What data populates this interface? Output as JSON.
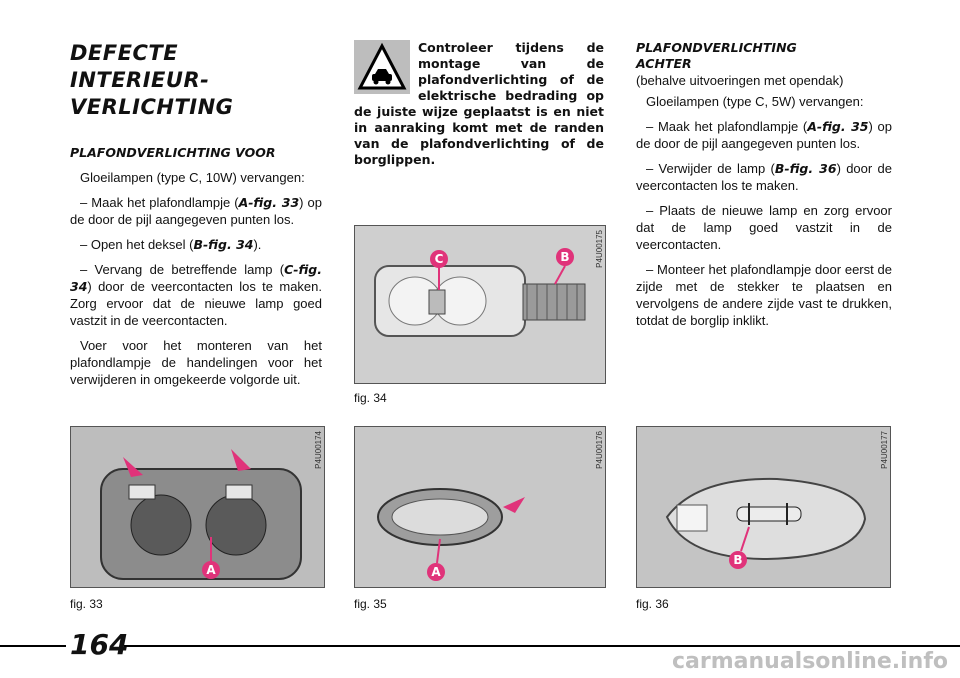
{
  "title_line1": "DEFECTE INTERIEUR-",
  "title_line2": "VERLICHTING",
  "front": {
    "heading": "PLAFONDVERLICHTING VOOR",
    "p1": "Gloeilampen (type C, 10W) vervangen:",
    "p2_pre": "– Maak het plafondlampje (",
    "p2_ref": "A-fig. 33",
    "p2_post": ") op de door de pijl aangegeven punten los.",
    "p3_pre": "– Open het deksel (",
    "p3_ref": "B-fig. 34",
    "p3_post": ").",
    "p4_pre": "– Vervang de betreffende lamp (",
    "p4_ref": "C-fig. 34",
    "p4_post": ") door de veercontacten los te maken. Zorg ervoor dat de nieuwe lamp goed vastzit in de veercontacten.",
    "p5": "Voer voor het monteren van het plafondlampje de handelingen voor het verwijderen in omgekeerde volgorde uit."
  },
  "warning": "Controleer tijdens de montage van de plafondverlichting of de elektrische bedrading op de juiste wijze geplaatst is en niet in aanraking komt met de randen van de plafondverlichting of de borglippen.",
  "rear": {
    "heading_line1": "PLAFONDVERLICHTING",
    "heading_line2": "ACHTER",
    "subheading": "(behalve uitvoeringen met opendak)",
    "p1": "Gloeilampen (type C, 5W) vervangen:",
    "p2_pre": "– Maak het plafondlampje (",
    "p2_ref": "A-fig. 35",
    "p2_post": ") op de door de pijl aangegeven punten los.",
    "p3_pre": "– Verwijder de lamp (",
    "p3_ref": "B-fig. 36",
    "p3_post": ") door de veercontacten los te maken.",
    "p4": "– Plaats de nieuwe lamp en zorg ervoor dat de lamp goed vastzit in de veercontacten.",
    "p5": "– Monteer het plafondlampje door eerst de zijde met de stekker te plaatsen en vervolgens de andere zijde vast te drukken, totdat de borglip inklikt."
  },
  "figures": {
    "fig34": {
      "caption": "fig. 34",
      "code": "P4U00175",
      "label_c": "C",
      "label_b": "B"
    },
    "fig33": {
      "caption": "fig. 33",
      "code": "P4U00174",
      "label_a": "A"
    },
    "fig35": {
      "caption": "fig. 35",
      "code": "P4U00176",
      "label_a": "A"
    },
    "fig36": {
      "caption": "fig. 36",
      "code": "P4U00177",
      "label_b": "B"
    }
  },
  "page_number": "164",
  "watermark": "carmanualsonline.info"
}
